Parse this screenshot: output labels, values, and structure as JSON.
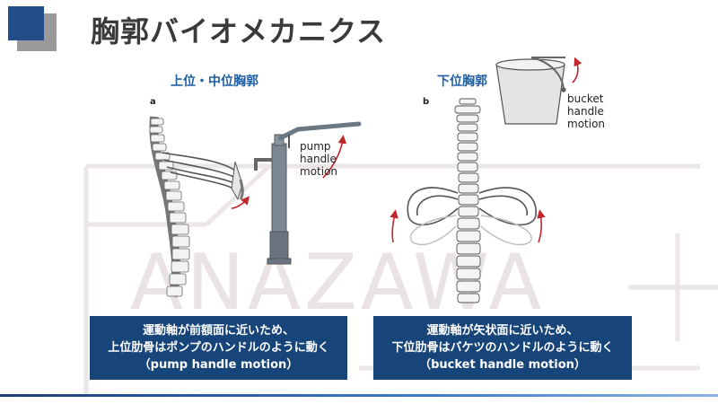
{
  "slide": {
    "title": "胸郭バイオメカニクス",
    "watermark": "ANAZAWA",
    "accent_color": "#214e88",
    "secondary_color": "#9a9a9a",
    "box_color": "#17457a",
    "arrow_color": "#c0262b"
  },
  "panel_a": {
    "heading": "上位・中位胸郭",
    "figure_label": "a",
    "motion_lines": [
      "pump",
      "handle",
      "motion"
    ],
    "caption_lines": [
      "運動軸が前額面に近いため、",
      "上位肋骨はポンプのハンドルのように動く",
      "（pump handle motion）"
    ]
  },
  "panel_b": {
    "heading": "下位胸郭",
    "figure_label": "b",
    "motion_lines": [
      "bucket",
      "handle",
      "motion"
    ],
    "caption_lines": [
      "運動軸が矢状面に近いため、",
      "下位肋骨はバケツのハンドルのように動く",
      "（bucket handle motion）"
    ]
  }
}
